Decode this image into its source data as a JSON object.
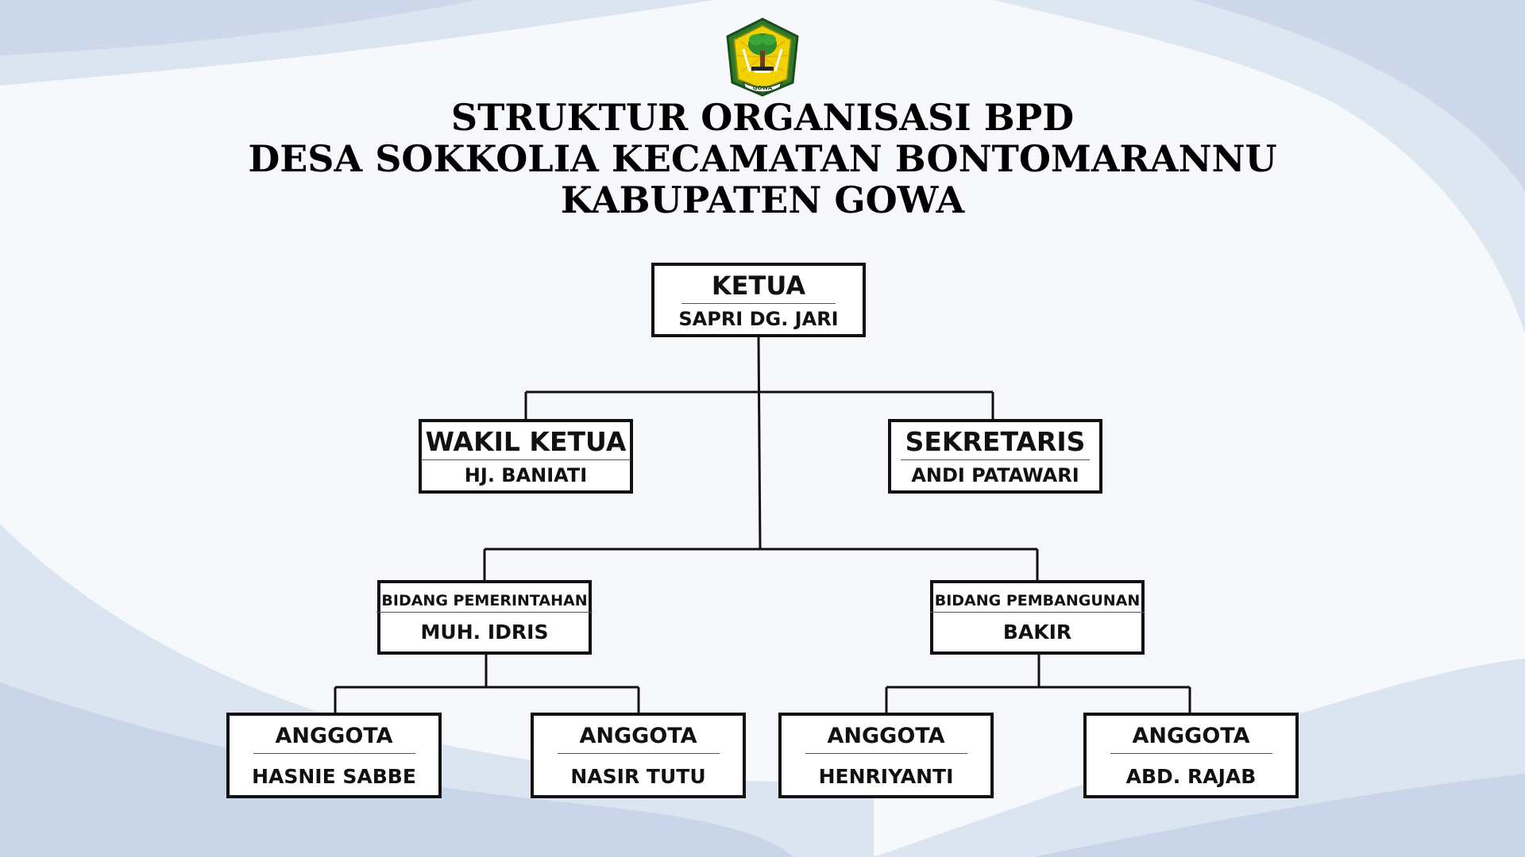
{
  "title": {
    "line1": "STRUKTUR ORGANISASI BPD",
    "line2": "DESA SOKKOLIA KECAMATAN BONTOMARANNU",
    "line3": "KABUPATEN GOWA"
  },
  "logo": {
    "icon": "gowa-regency-emblem-icon",
    "text": "GOWA"
  },
  "org": {
    "ketua": {
      "role": "KETUA",
      "name": "SAPRI DG. JARI"
    },
    "wakil_ketua": {
      "role": "WAKIL KETUA",
      "name": "HJ. BANIATI"
    },
    "sekretaris": {
      "role": "SEKRETARIS",
      "name": "ANDI PATAWARI"
    },
    "bidang_pemerintahan": {
      "role": "BIDANG PEMERINTAHAN",
      "name": "MUH. IDRIS"
    },
    "bidang_pembangunan": {
      "role": "BIDANG PEMBANGUNAN",
      "name": "BAKIR"
    },
    "anggota": [
      {
        "role": "ANGGOTA",
        "name": "HASNIE SABBE"
      },
      {
        "role": "ANGGOTA",
        "name": "NASIR TUTU"
      },
      {
        "role": "ANGGOTA",
        "name": "HENRIYANTI"
      },
      {
        "role": "ANGGOTA",
        "name": "ABD. RAJAB"
      }
    ]
  },
  "colors": {
    "background": "#f7f8fb",
    "wave_light": "#dde7f2",
    "wave_mid": "#c9d6e8",
    "box_border": "#111111",
    "text": "#000000"
  }
}
